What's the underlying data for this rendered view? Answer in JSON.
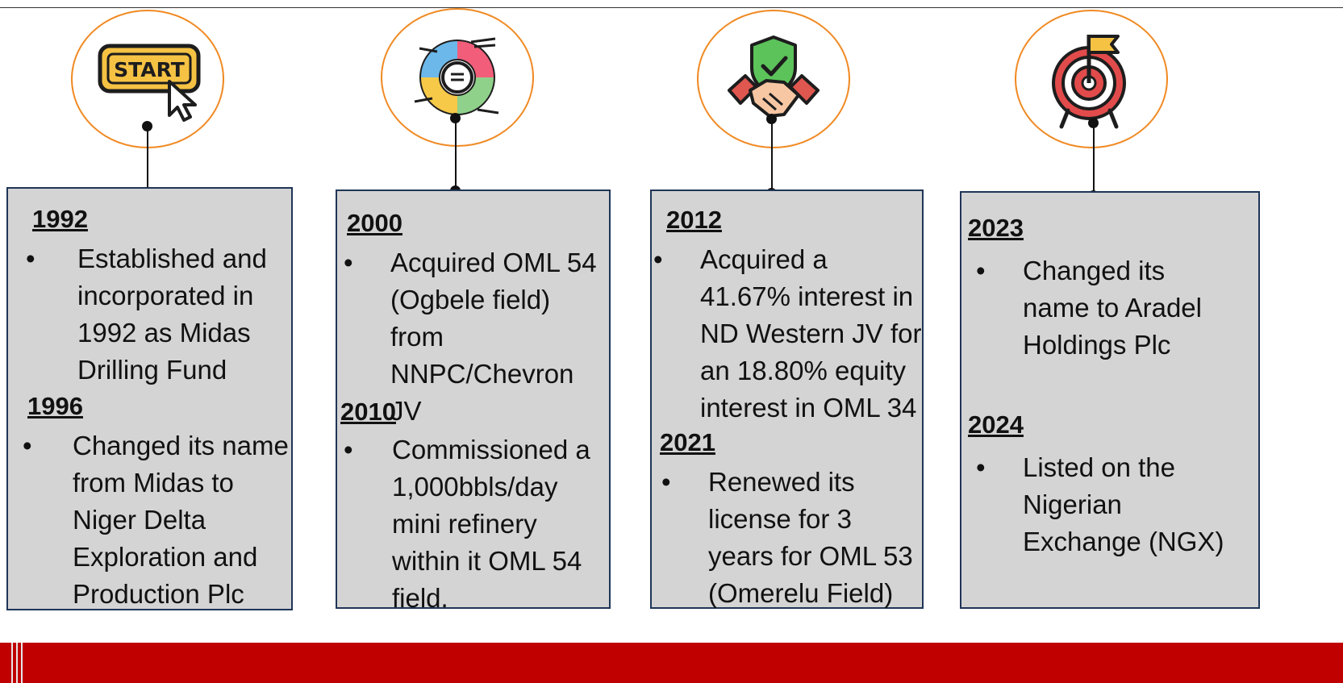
{
  "colors": {
    "circle_border": "#f08a24",
    "card_fill": "#d4d4d4",
    "card_border": "#1f3557",
    "banner": "#c00000"
  },
  "icons": [
    "start-button-icon",
    "donut-chart-icon",
    "handshake-shield-icon",
    "target-flag-icon"
  ],
  "icon_text": {
    "start": "START"
  },
  "cards": [
    {
      "entries": [
        {
          "year": "1992",
          "bullet": "•",
          "lines": [
            "Established and",
            "incorporated in",
            "1992 as Midas",
            "Drilling Fund"
          ]
        },
        {
          "year": "1996",
          "bullet": "•",
          "lines": [
            "Changed its name",
            "from Midas to",
            "Niger Delta",
            "Exploration and",
            "Production Plc"
          ]
        }
      ]
    },
    {
      "entries": [
        {
          "year": "2000",
          "bullet": "•",
          "lines": [
            "Acquired OML 54",
            "(Ogbele field)",
            "from",
            "NNPC/Chevron JV"
          ]
        },
        {
          "year": "2010",
          "bullet": "•",
          "lines": [
            "Commissioned a",
            "1,000bbls/day",
            "mini refinery",
            "within it OML 54",
            "field."
          ]
        }
      ]
    },
    {
      "entries": [
        {
          "year": "2012",
          "bullet": "•",
          "lines": [
            "Acquired a",
            "41.67% interest in",
            "ND Western JV for",
            "an 18.80% equity",
            "interest in OML 34"
          ]
        },
        {
          "year": "2021",
          "bullet": "•",
          "lines": [
            "Renewed its",
            "license for 3",
            "years for OML 53",
            "(Omerelu Field)"
          ]
        }
      ]
    },
    {
      "entries": [
        {
          "year": "2023",
          "bullet": "•",
          "lines": [
            "Changed its",
            "name to Aradel",
            "Holdings Plc"
          ]
        },
        {
          "year": "2024",
          "bullet": "•",
          "lines": [
            "Listed on the",
            "Nigerian",
            "Exchange (NGX)"
          ]
        }
      ]
    }
  ]
}
